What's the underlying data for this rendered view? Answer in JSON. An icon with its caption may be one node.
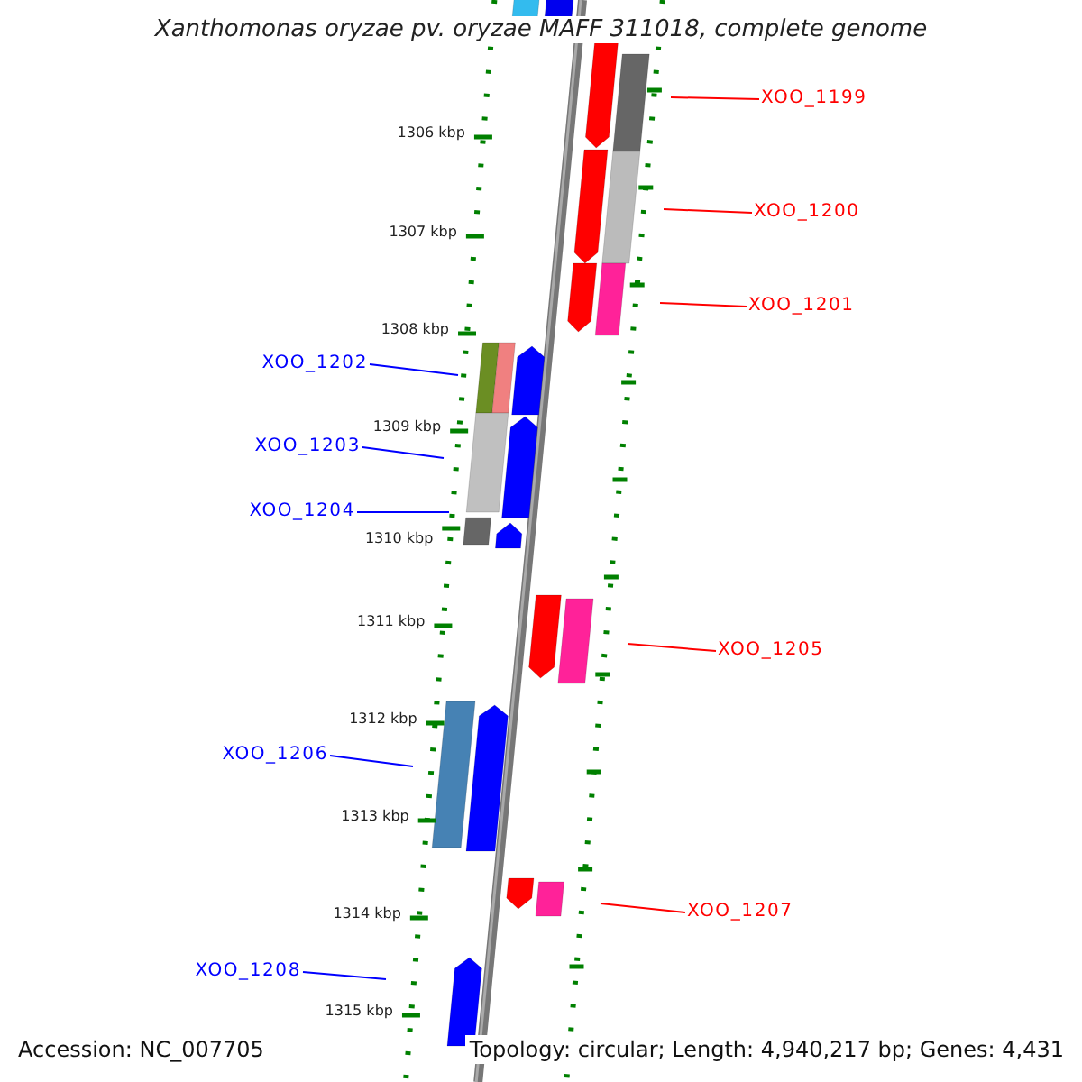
{
  "diagram": {
    "title": "Xanthomonas oryzae pv. oryzae MAFF 311018, complete genome",
    "nodes": [
      {
        "text": [
          "XOO_1199"
        ]
      },
      {
        "text": [
          "XOO_1200"
        ]
      },
      {
        "text": [
          "XOO_1201"
        ]
      },
      {
        "text": [
          "XOO_1202"
        ]
      },
      {
        "text": [
          "XOO_1203"
        ]
      },
      {
        "text": [
          "XOO_1204"
        ]
      },
      {
        "text": [
          "XOO_1205"
        ]
      },
      {
        "text": [
          "XOO_1206"
        ]
      },
      {
        "text": [
          "XOO_1207"
        ]
      },
      {
        "text": [
          "XOO_1208"
        ]
      }
    ],
    "edges": [
      {
        "from": 0,
        "to": null,
        "arrow": "none",
        "color": "#ff0000"
      },
      {
        "from": 1,
        "to": null,
        "arrow": "none",
        "color": "#ff0000"
      },
      {
        "from": 2,
        "to": null,
        "arrow": "none",
        "color": "#ff0000"
      },
      {
        "from": 3,
        "to": null,
        "arrow": "none",
        "color": "#0000ff"
      },
      {
        "from": 4,
        "to": null,
        "arrow": "none",
        "color": "#0000ff"
      },
      {
        "from": 5,
        "to": null,
        "arrow": "none",
        "color": "#0000ff"
      },
      {
        "from": 6,
        "to": null,
        "arrow": "none",
        "color": "#ff0000"
      },
      {
        "from": 7,
        "to": null,
        "arrow": "none",
        "color": "#0000ff"
      },
      {
        "from": 8,
        "to": null,
        "arrow": "none",
        "color": "#ff0000"
      },
      {
        "from": 9,
        "to": null,
        "arrow": "none",
        "color": "#0000ff"
      }
    ],
    "labels": [
      "1306 kbp",
      "1307 kbp",
      "1308 kbp",
      "1309 kbp",
      "1310 kbp",
      "1311 kbp",
      "1312 kbp",
      "1313 kbp",
      "1314 kbp",
      "1315 kbp",
      "Accession: NC_007705",
      "Topology: circular; Length: 4,940,217 bp; Genes: 4,431"
    ]
  }
}
